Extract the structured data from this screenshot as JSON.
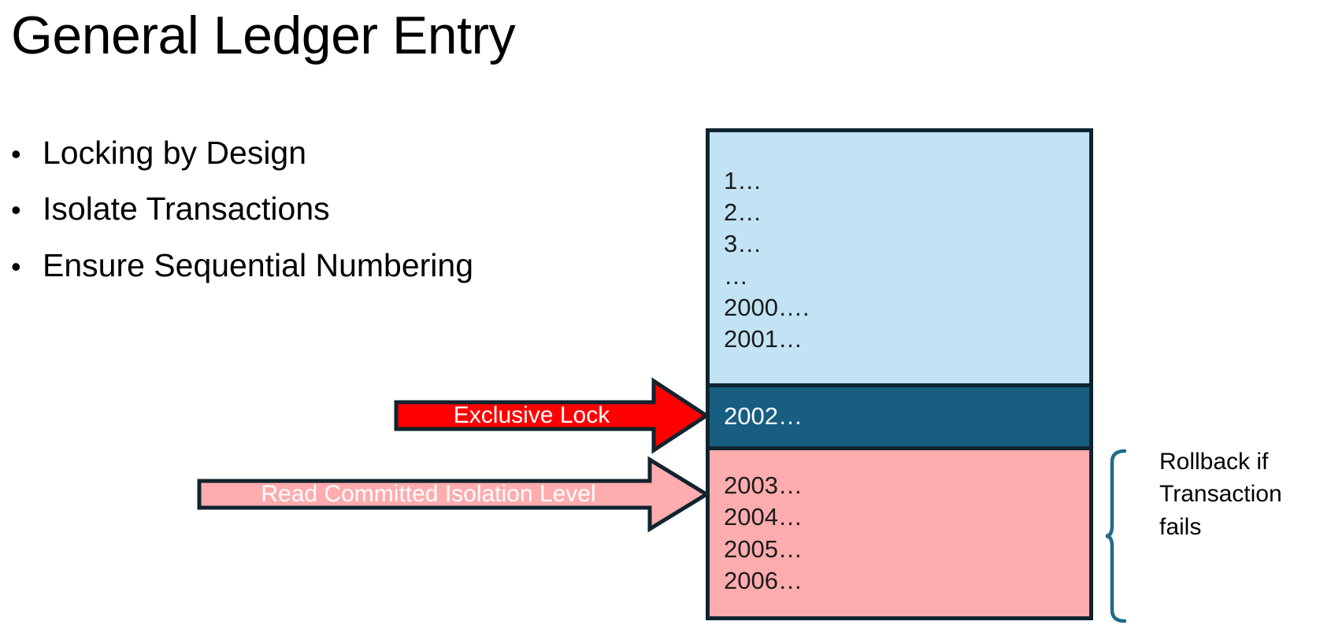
{
  "slide": {
    "title": "General Ledger Entry",
    "bullets": [
      {
        "marker": "•",
        "text": "Locking by Design"
      },
      {
        "marker": "•",
        "text": "Isolate Transactions"
      },
      {
        "marker": "•",
        "text": "Ensure Sequential Numbering"
      }
    ]
  },
  "ledger": {
    "committed": {
      "name": "committed-rows",
      "fill": "#C1E3F4",
      "lines": [
        "1…",
        "2…",
        "3…",
        "…",
        "2000….",
        "2001…"
      ]
    },
    "locked": {
      "name": "locked-row",
      "fill": "#175E80",
      "text_color": "#FFFFFF",
      "lines": [
        "2002…"
      ]
    },
    "pending": {
      "name": "pending-rows",
      "fill": "#FFACAE",
      "lines": [
        "2003…",
        "2004…",
        "2005…",
        "2006…"
      ]
    },
    "border_color": "#10242F"
  },
  "arrows": [
    {
      "id": "exclusive-lock",
      "label": "Exclusive Lock",
      "fill": "#FF0000",
      "outline": "#10242F",
      "label_color": "#FFFFFF"
    },
    {
      "id": "read-committed",
      "label": "Read Committed Isolation Level",
      "fill": "#FFACAE",
      "outline": "#10242F",
      "label_color": "#FFFFFF"
    }
  ],
  "annotation": {
    "brace_color": "#1F6A8C",
    "lines": [
      "Rollback if",
      "Transaction",
      "fails"
    ]
  }
}
